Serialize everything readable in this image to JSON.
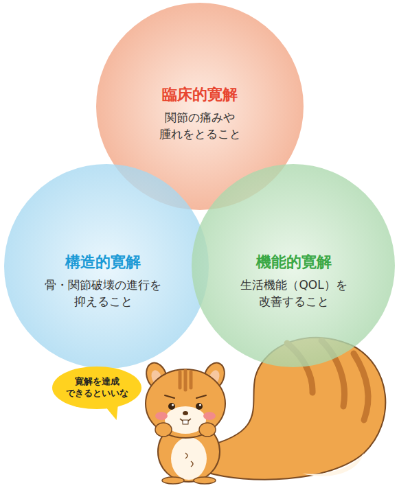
{
  "diagram": {
    "nodes": [
      {
        "text": [
          "臨床的寛解",
          "関節の痛みや 腫れをとること"
        ]
      },
      {
        "text": [
          "構造的寛解",
          "骨・関節破壊の進行を 抑えること"
        ]
      },
      {
        "text": [
          "機能的寛解",
          "生活機能（QOL）を 改善すること"
        ]
      },
      {
        "text": [
          "寛解を達成 できるといいな"
        ]
      }
    ],
    "edges": []
  }
}
